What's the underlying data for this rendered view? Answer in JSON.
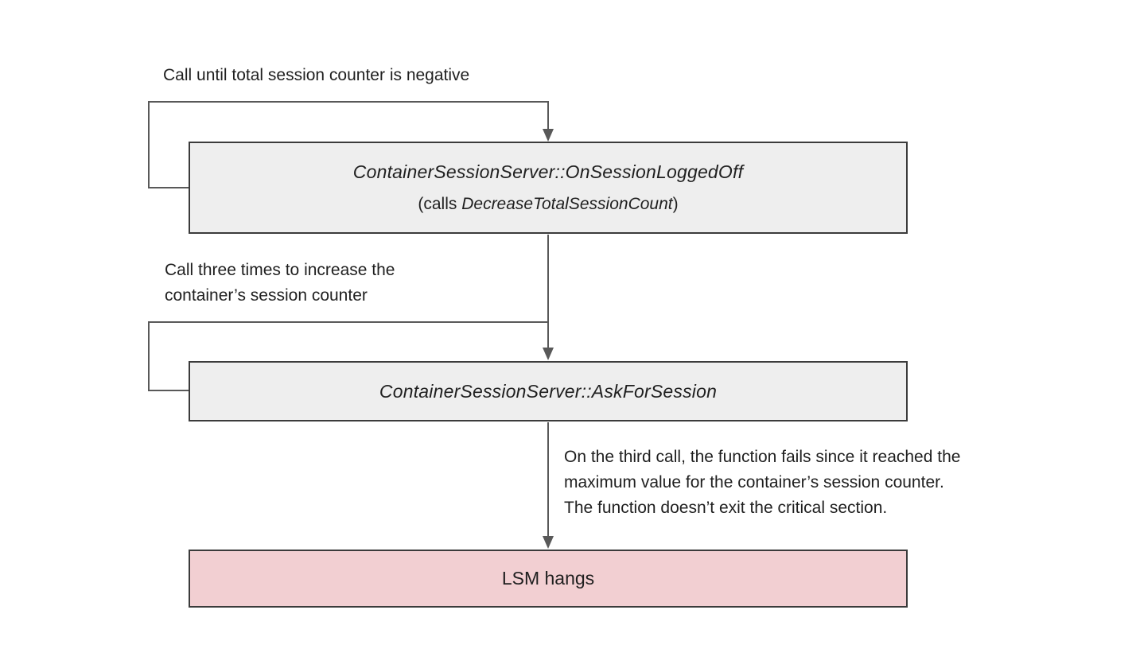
{
  "diagram": {
    "top_label": "Call until total session counter is negative",
    "box1": {
      "title": "ContainerSessionServer::OnSessionLoggedOff",
      "subtitle_prefix": "(calls ",
      "subtitle_italic": "DecreaseTotalSessionCount",
      "subtitle_suffix": ")"
    },
    "mid_label": {
      "line1": "Call three times to increase the",
      "line2": "container’s session counter"
    },
    "box2": {
      "title": "ContainerSessionServer::AskForSession"
    },
    "note": {
      "line1": "On the third call, the function fails since it reached the",
      "line2": "maximum value for the container’s session counter.",
      "line3": "The function doesn’t exit the critical section."
    },
    "box3": {
      "title": "LSM hangs"
    },
    "colors": {
      "box_fill": "#eeeeee",
      "box_border": "#3b3b3b",
      "alert_fill": "#f2cfd2",
      "line": "#595959",
      "text": "#1f1f1f"
    }
  }
}
